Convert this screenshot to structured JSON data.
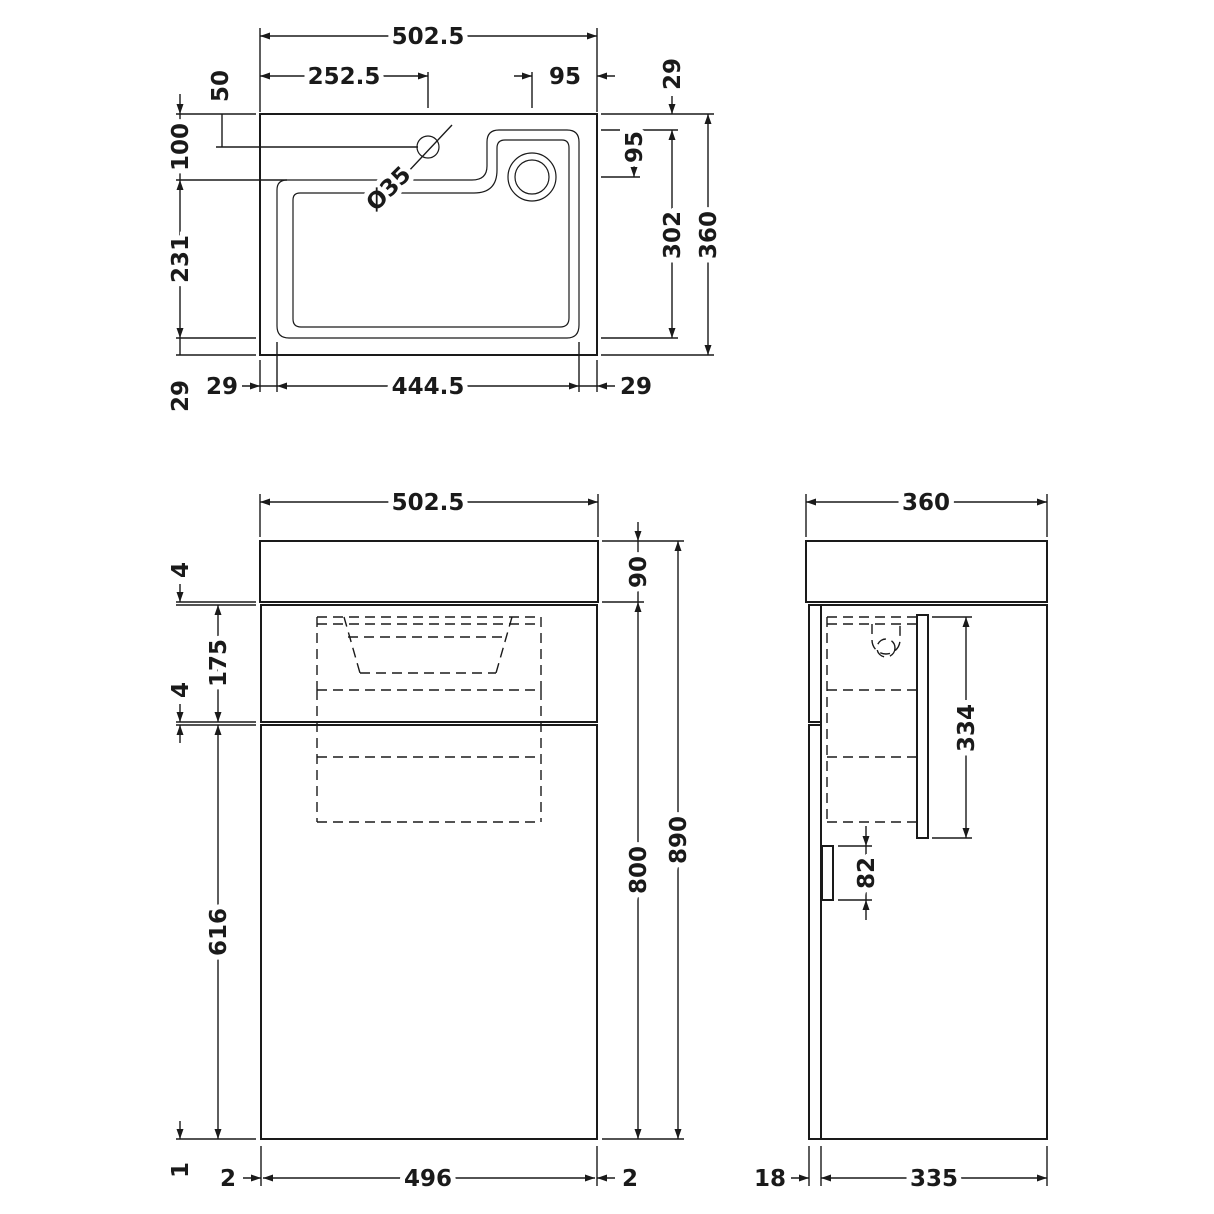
{
  "plan_view": {
    "overall_width": "502.5",
    "tap_offset": "252.5",
    "waste_offset": "95",
    "top_margin": "29",
    "tap_from_back": "50",
    "tap_to_bowl": "100",
    "waste_from_side": "95",
    "tap_hole_diameter": "Ø35",
    "bowl_length": "231",
    "bowl_depth": "302",
    "overall_depth": "360",
    "front_margin": "29",
    "left_margin": "29",
    "bowl_width": "444.5",
    "right_margin": "29"
  },
  "front_view": {
    "overall_width": "502.5",
    "basin_height": "90",
    "gap_top": "4",
    "drawer_height": "175",
    "gap_middle": "4",
    "door_height": "616",
    "bottom_gap": "1",
    "side_left": "2",
    "carcass_width": "496",
    "side_right": "2",
    "carcass_height": "800",
    "overall_height": "890"
  },
  "side_view": {
    "overall_depth": "360",
    "trap_height": "334",
    "handle_height": "82",
    "door_thickness": "18",
    "carcass_depth": "335"
  }
}
